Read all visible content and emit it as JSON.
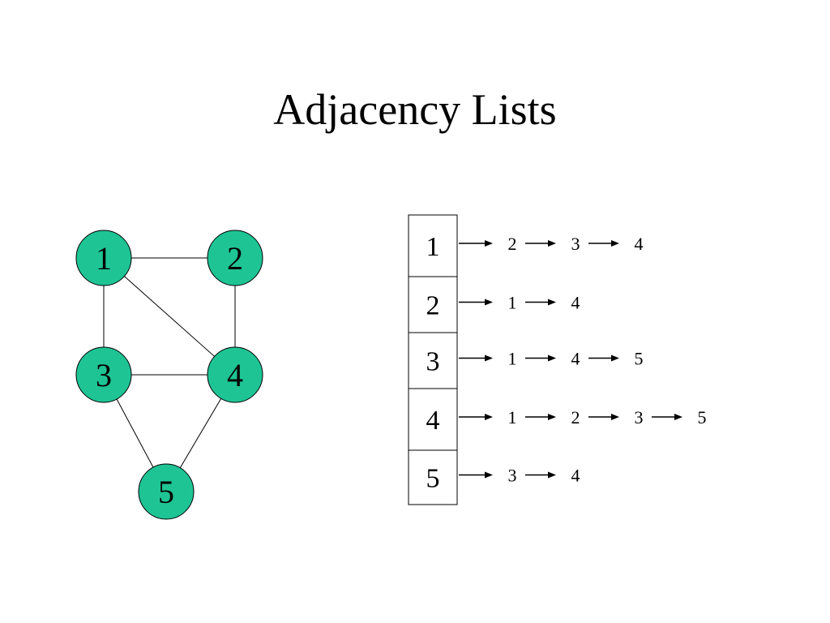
{
  "title": "Adjacency Lists",
  "colors": {
    "node_fill": "#1fc495",
    "stroke": "#000000",
    "background": "#ffffff"
  },
  "graph": {
    "nodes": [
      {
        "id": "1",
        "label": "1"
      },
      {
        "id": "2",
        "label": "2"
      },
      {
        "id": "3",
        "label": "3"
      },
      {
        "id": "4",
        "label": "4"
      },
      {
        "id": "5",
        "label": "5"
      }
    ],
    "edges": [
      [
        "1",
        "2"
      ],
      [
        "1",
        "3"
      ],
      [
        "1",
        "4"
      ],
      [
        "2",
        "4"
      ],
      [
        "3",
        "4"
      ],
      [
        "3",
        "5"
      ],
      [
        "4",
        "5"
      ]
    ]
  },
  "adjacency": [
    {
      "vertex": "1",
      "neighbors": [
        "2",
        "3",
        "4"
      ]
    },
    {
      "vertex": "2",
      "neighbors": [
        "1",
        "4"
      ]
    },
    {
      "vertex": "3",
      "neighbors": [
        "1",
        "4",
        "5"
      ]
    },
    {
      "vertex": "4",
      "neighbors": [
        "1",
        "2",
        "3",
        "5"
      ]
    },
    {
      "vertex": "5",
      "neighbors": [
        "3",
        "4"
      ]
    }
  ]
}
